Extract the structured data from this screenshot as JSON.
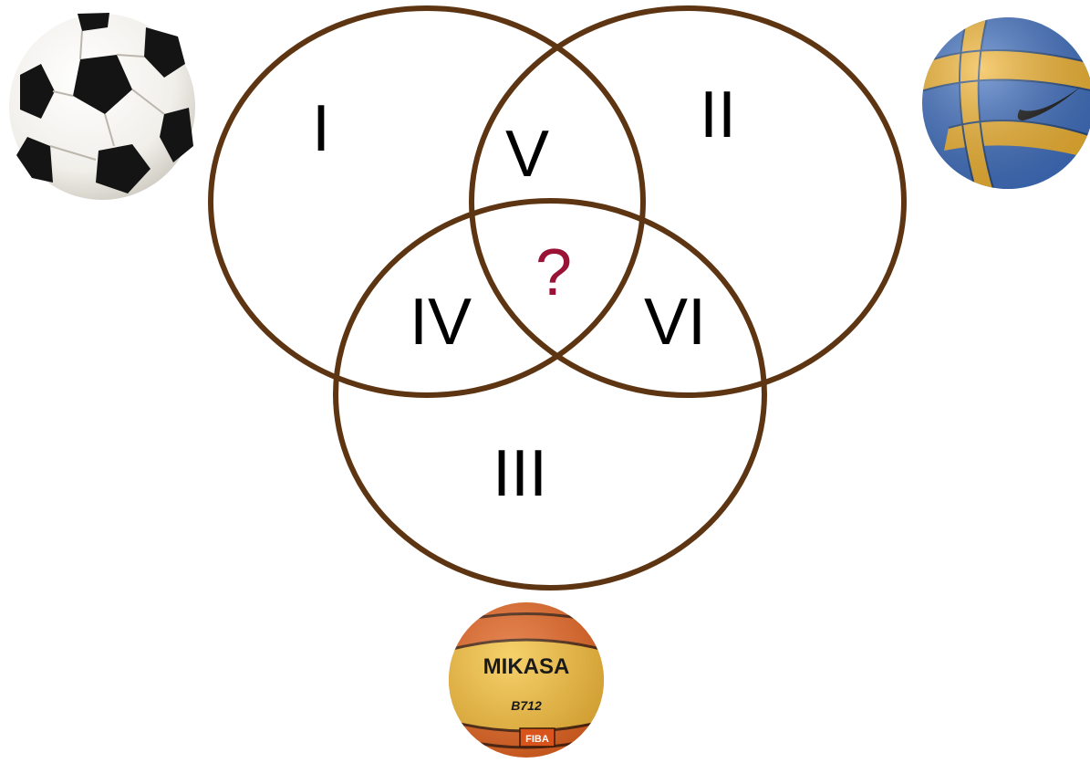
{
  "venn": {
    "regions": {
      "soccer_only": "I",
      "volleyball_only": "II",
      "basketball_only": "III",
      "soccer_basketball": "IV",
      "soccer_volleyball": "V",
      "volleyball_basketball": "VI"
    },
    "center": "?"
  },
  "balls": {
    "basketball": {
      "brand": "MIKASA",
      "model": "B712",
      "mark": "FIBA"
    }
  },
  "colors": {
    "circle_stroke": "#5e3512",
    "question_mark": "#9a1235",
    "label_text": "#000000",
    "basketball_orange": "#e0621f",
    "basketball_yellow": "#f3c23a",
    "volleyball_blue": "#3f6fc0",
    "volleyball_yellow": "#f2b431"
  },
  "icons": [
    "soccer-ball-icon",
    "volleyball-icon",
    "basketball-icon"
  ]
}
